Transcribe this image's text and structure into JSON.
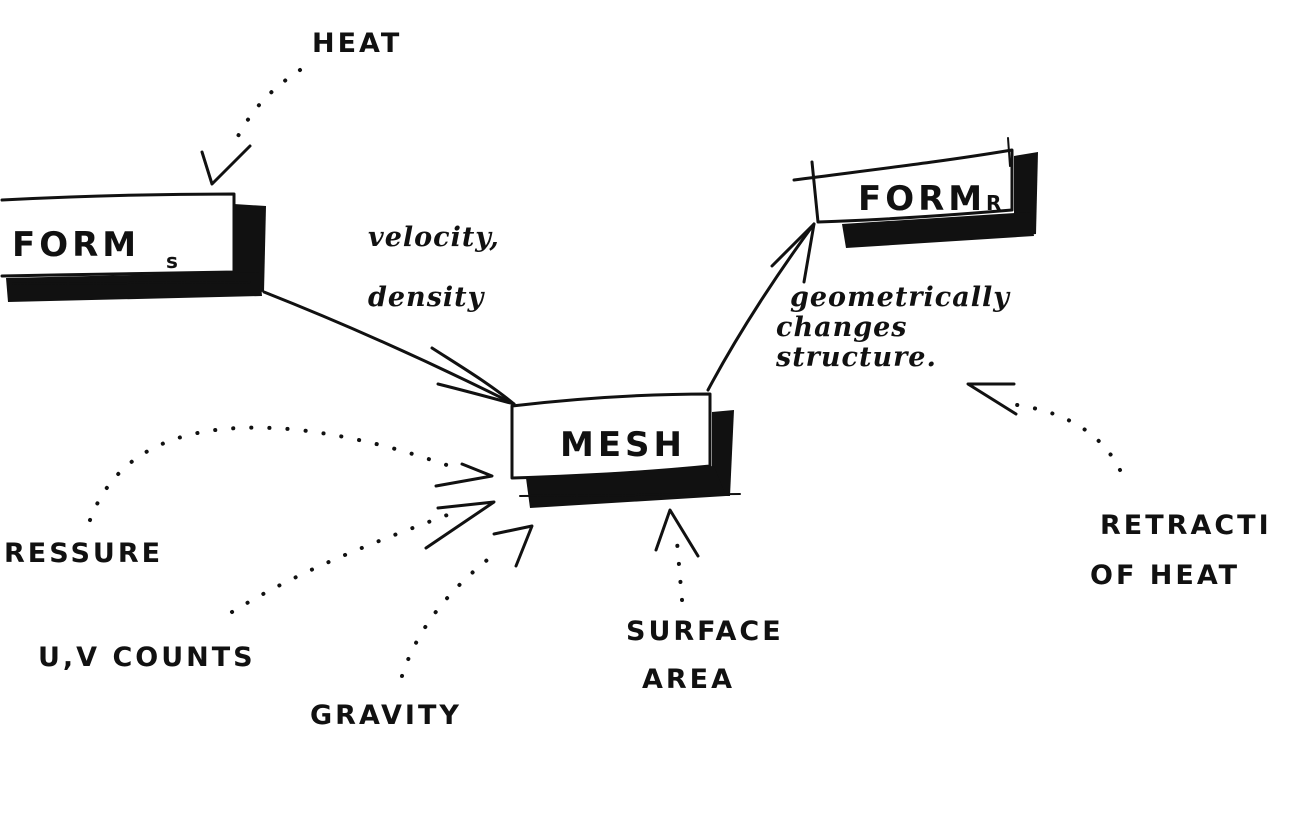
{
  "nodes": {
    "form_s": {
      "label": "FORM",
      "subscript": "s"
    },
    "mesh": {
      "label": "MESH"
    },
    "form_r": {
      "label": "FORM",
      "subscript": "R"
    }
  },
  "annotations": {
    "heat": "HEAT",
    "velocity": "velocity,",
    "density": "density",
    "geometrically": "geometrically",
    "changes": "changes",
    "structure": "structure.",
    "pressure": "RESSURE",
    "uv_counts": "U,V   COUNTS",
    "gravity": "GRAVITY",
    "surface": "SURFACE",
    "area": "AREA",
    "retraction": "RETRACTI",
    "of_heat": "OF   HEAT"
  }
}
